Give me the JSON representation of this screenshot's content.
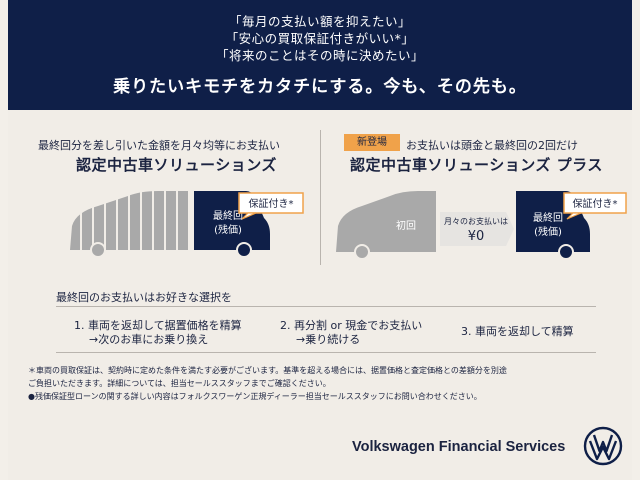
{
  "banner": {
    "quote1": "「毎月の支払い額を抑えたい」",
    "quote2": "「安心の買取保証付きがいい*」",
    "quote3": "「将来のことはその時に決めたい」",
    "tagline": "乗りたいキモチをカタチにする。今も、その先も。"
  },
  "left_panel": {
    "subtitle": "最終回分を差し引いた金額を月々均等にお支払い",
    "title": "認定中古車ソリューションズ",
    "final_label_line1": "最終回",
    "final_label_line2": "(残価)",
    "guarantee_badge": "保証付き*"
  },
  "right_panel": {
    "new_badge": "新登場",
    "subtitle": "お支払いは頭金と最終回の2回だけ",
    "title": "認定中古車ソリューションズ プラス",
    "first_label": "初回",
    "monthly_label": "月々のお支払いは",
    "monthly_value": "¥0",
    "final_label_line1": "最終回",
    "final_label_line2": "(残価)",
    "guarantee_badge": "保証付き*"
  },
  "choices": {
    "heading": "最終回のお支払いはお好きな選択を",
    "option1_line1": "1.  車両を返却して据置価格を精算",
    "option1_line2": "→次のお車にお乗り換え",
    "option2_line1": "2.  再分割 or 現金でお支払い",
    "option2_line2": "→乗り続ける",
    "option3": "3.  車両を返却して精算"
  },
  "notes": {
    "note1": "＊車両の買取保証は、契約時に定めた条件を満たす必要がございます。基準を超える場合には、据置価格と査定価格との差額分を別途",
    "note2": "ご負担いただきます。詳細については、担当セールススタッフまでご確認ください。",
    "note3": "●残価保証型ローンの関する詳しい内容はフォルクスワーゲン正規ディーラー担当セールススタッフにお問い合わせください。"
  },
  "footer": {
    "brand": "Volkswagen Financial Services"
  },
  "colors": {
    "navy": "#0f1f48",
    "background": "#f1ede7",
    "accent_orange": "#f0a24a",
    "car_gray": "#a9a9a9"
  }
}
